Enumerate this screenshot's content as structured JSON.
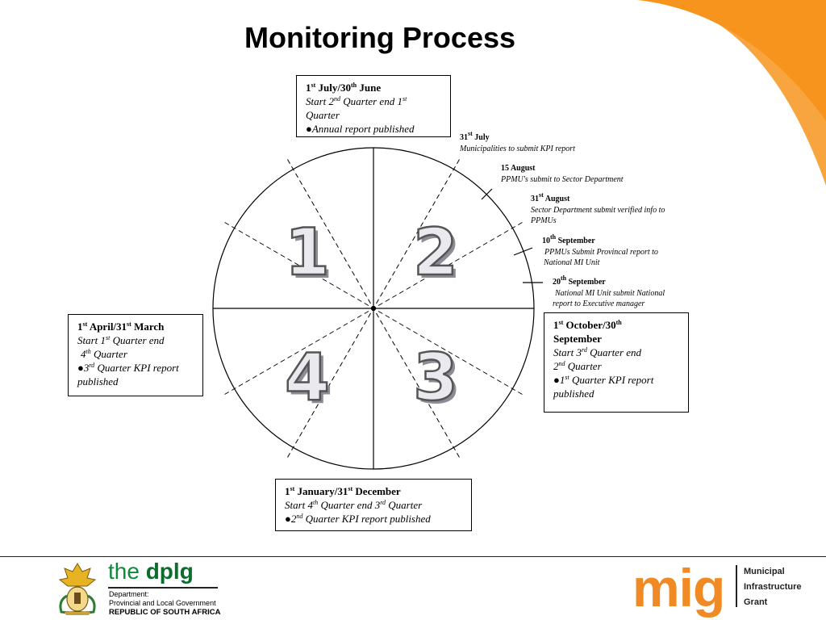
{
  "title": "Monitoring Process",
  "quadrant_numbers": [
    "1",
    "2",
    "3",
    "4"
  ],
  "boxes": {
    "top": {
      "heading": [
        "1",
        "st",
        " July/30",
        "th",
        " June"
      ],
      "line2": [
        "Start 2",
        "nd",
        " Quarter end 1",
        "st"
      ],
      "line3": "Quarter",
      "line4": "●Annual report published"
    },
    "left": {
      "heading": [
        "1",
        "st",
        " April/31",
        "st",
        " March"
      ],
      "line2": [
        "Start 1",
        "st",
        " Quarter end"
      ],
      "line3": [
        "4",
        "th",
        " Quarter"
      ],
      "line4": [
        "●3",
        "rd",
        " Quarter KPI report"
      ],
      "line5": "published"
    },
    "right": {
      "heading": [
        "1",
        "st",
        " October/30",
        "th"
      ],
      "heading2": "September",
      "line2": [
        "Start 3",
        "rd",
        " Quarter end"
      ],
      "line3": [
        "2",
        "nd",
        " Quarter"
      ],
      "line4": [
        "●1",
        "st",
        " Quarter KPI report"
      ],
      "line5": "published"
    },
    "bottom": {
      "heading": [
        "1",
        "st",
        " January/31",
        "st",
        " December"
      ],
      "line2": [
        "Start 4",
        "th",
        " Quarter end 3",
        "rd",
        " Quarter"
      ],
      "line3": [
        "●2",
        "nd",
        " Quarter KPI report published"
      ]
    }
  },
  "events": [
    {
      "date": [
        "31",
        "st",
        " July"
      ],
      "desc": [
        "Municipalities to submit KPI report"
      ]
    },
    {
      "date": [
        "15 August"
      ],
      "desc": [
        "PPMU's submit to Sector Department"
      ]
    },
    {
      "date": [
        "31",
        "st",
        "  August"
      ],
      "desc": [
        "Sector Department submit verified info to",
        "PPMUs"
      ]
    },
    {
      "date": [
        "10",
        "th",
        " September"
      ],
      "desc": [
        "PPMUs Submit Provincal report to",
        "National MI Unit"
      ]
    },
    {
      "date": [
        "20",
        "th",
        " September"
      ],
      "desc": [
        "National MI Unit submit National",
        "report to Executive manager"
      ]
    }
  ],
  "footer": {
    "dplg_prefix": "the ",
    "dplg_bold": "dplg",
    "dplg_dept1": "Department:",
    "dplg_dept2": "Provincial and Local Government",
    "dplg_dept3": "REPUBLIC OF SOUTH AFRICA",
    "mig_word": "mig",
    "mig_line1": "Municipal",
    "mig_line2": "Infrastructure",
    "mig_line3": "Grant"
  },
  "colors": {
    "accent_orange": "#f7941d",
    "dplg_green": "#0e8a3b",
    "mig_orange": "#f08a24"
  }
}
